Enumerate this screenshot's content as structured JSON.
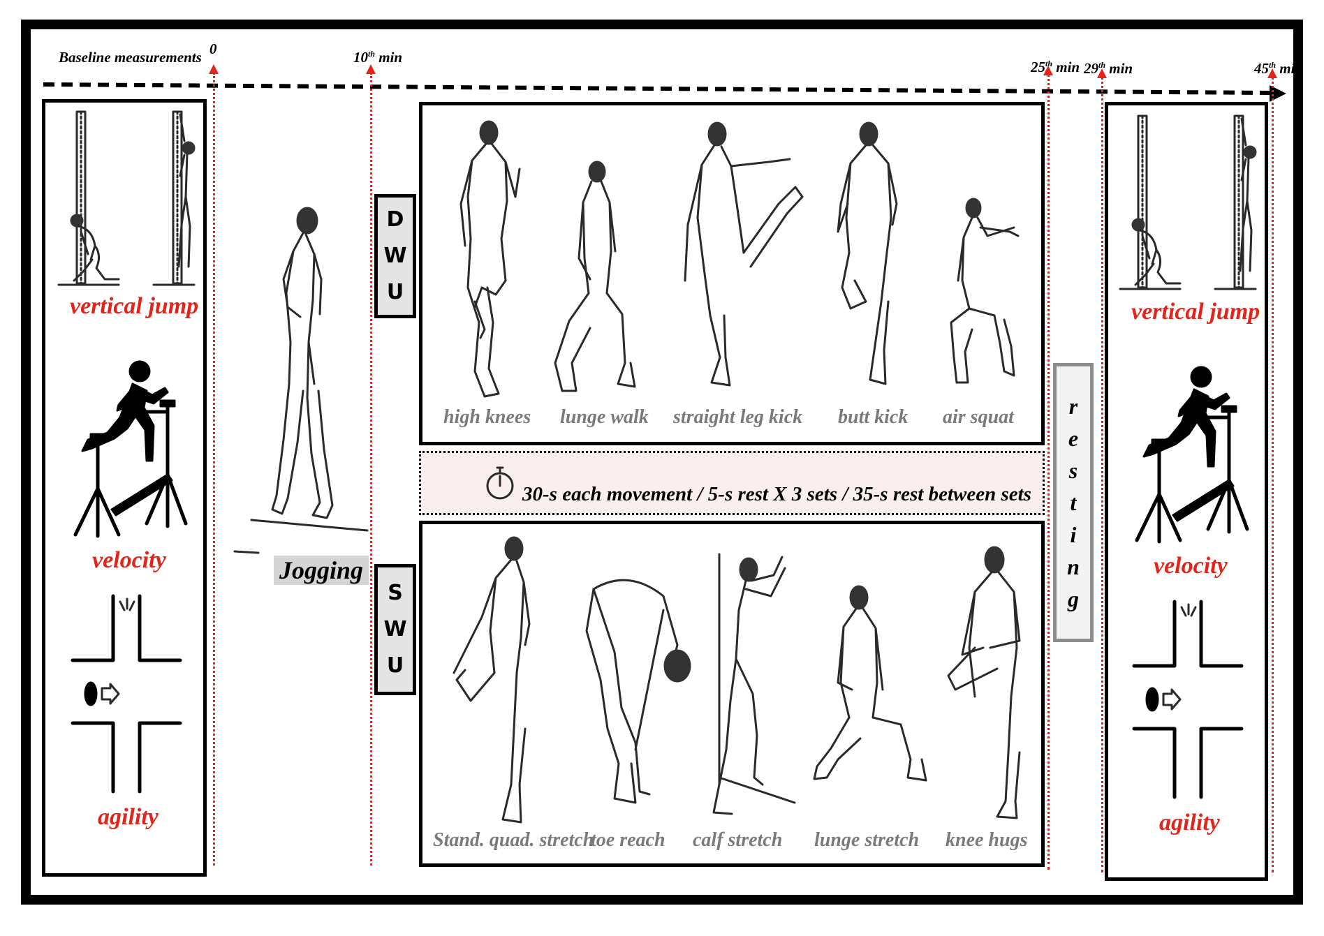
{
  "timeline": {
    "baseline_label": "Baseline measurements",
    "markers": [
      {
        "num": "0",
        "sup": "",
        "unit": ""
      },
      {
        "num": "10",
        "sup": "th",
        "unit": " min"
      },
      {
        "num": "25",
        "sup": "th",
        "unit": " min"
      },
      {
        "num": "29",
        "sup": "th",
        "unit": " min"
      },
      {
        "num": "45",
        "sup": "th",
        "unit": " min"
      }
    ]
  },
  "left_tests": [
    "vertical jump",
    "velocity",
    "agility"
  ],
  "right_tests": [
    "vertical jump",
    "velocity",
    "agility"
  ],
  "jogging_label": "Jogging",
  "dwu": {
    "letters": [
      "D",
      "W",
      "U"
    ],
    "exercises": [
      "high knees",
      "lunge walk",
      "straight leg kick",
      "butt kick",
      "air squat"
    ]
  },
  "protocol_text": "30-s each movement / 5-s rest X 3 sets / 35-s rest between sets",
  "swu": {
    "letters": [
      "S",
      "W",
      "U"
    ],
    "exercises": [
      "Stand. quad. stretch",
      "toe reach",
      "calf stretch",
      "lunge stretch",
      "knee hugs"
    ]
  },
  "resting_letters": [
    "r",
    "e",
    "s",
    "t",
    "i",
    "n",
    "g"
  ],
  "colors": {
    "accent_red": "#e1251b",
    "label_grey": "#7a7a7a",
    "band_pink": "#fbeeee"
  },
  "icons": [
    "stopwatch-icon",
    "arrow-right-icon",
    "eye-icon",
    "speed-gate-icon"
  ]
}
